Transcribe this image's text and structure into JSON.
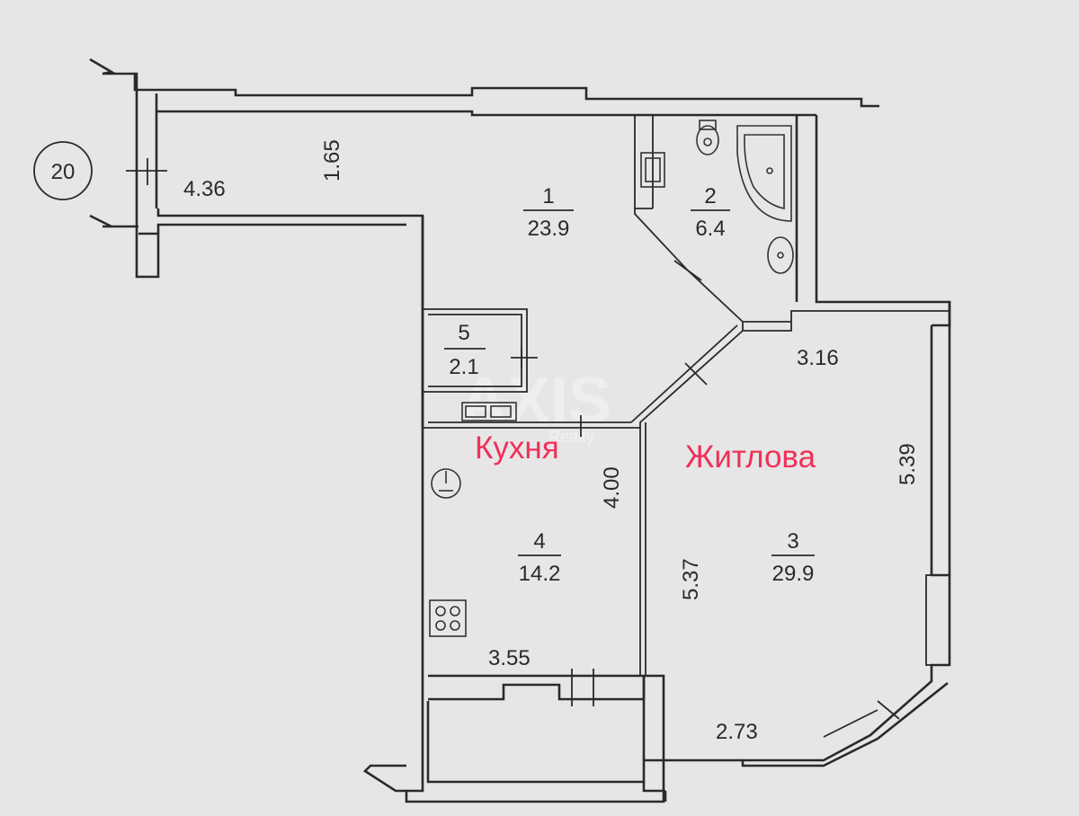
{
  "plan_number": "20",
  "rooms": [
    {
      "id": "1",
      "area": "23.9"
    },
    {
      "id": "2",
      "area": "6.4"
    },
    {
      "id": "3",
      "area": "29.9"
    },
    {
      "id": "4",
      "area": "14.2"
    },
    {
      "id": "5",
      "area": "2.1"
    }
  ],
  "dimensions": {
    "d_4_36": "4.36",
    "d_1_65": "1.65",
    "d_3_16": "3.16",
    "d_5_39": "5.39",
    "d_4_00": "4.00",
    "d_5_37": "5.37",
    "d_3_55": "3.55",
    "d_2_73": "2.73"
  },
  "labels": {
    "kitchen": "Кухня",
    "living": "Житлова"
  },
  "watermark": {
    "brand": "AXIS",
    "sub": "Realty"
  },
  "colors": {
    "background": "#e7e6e6",
    "lines": "#2a2a2a",
    "annotation": "#f0305a"
  }
}
